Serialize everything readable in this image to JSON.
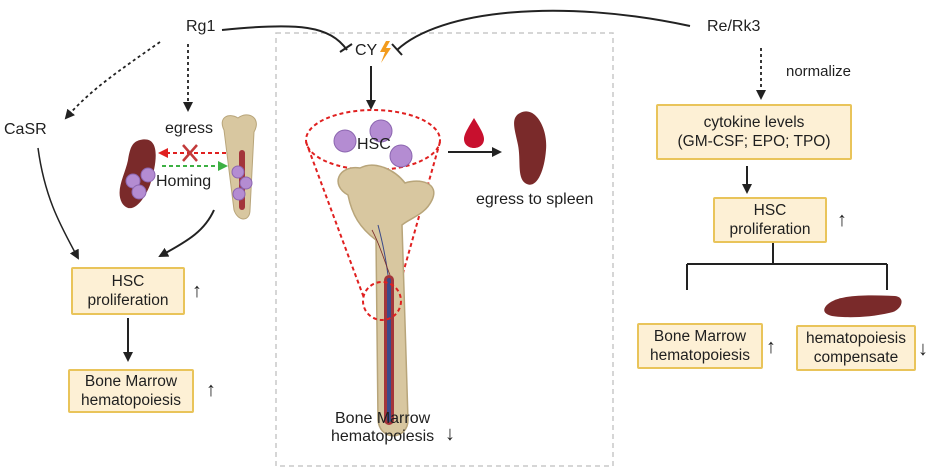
{
  "labels": {
    "rg1": "Rg1",
    "re_rk3": "Re/Rk3",
    "cy": "CY",
    "casr": "CaSR",
    "egress": "egress",
    "homing": "Homing",
    "hsc_bubble": "HSC",
    "egress_spleen": "egress to spleen",
    "normalize": "normalize",
    "center_bm_line1": "Bone Marrow",
    "center_bm_line2": "hematopoiesis"
  },
  "left_boxes": {
    "hsc_line1": "HSC",
    "hsc_line2": "proliferation",
    "bm_line1": "Bone Marrow",
    "bm_line2": "hematopoiesis"
  },
  "right_boxes": {
    "cytokine_line1": "cytokine levels",
    "cytokine_line2": "(GM-CSF; EPO; TPO)",
    "hsc_line1": "HSC",
    "hsc_line2": "proliferation",
    "bm_line1": "Bone Marrow",
    "bm_line2": "hematopoiesis",
    "comp_line1": "hematopoiesis",
    "comp_line2": "compensate"
  },
  "indicators": {
    "up": "↑",
    "down": "↓"
  },
  "colors": {
    "box_fill": "#fdf0d5",
    "box_border": "#e9c45a",
    "spleen": "#7a2a2a",
    "bone": "#d8c7a0",
    "cell": "#b48cd2",
    "red_dashed": "#e02020",
    "green_dashed": "#3cb043",
    "lightning": "#f29b1d",
    "blood_drop": "#c8102e"
  },
  "icons": [
    "lightning-icon",
    "blood-drop-icon",
    "spleen-icon",
    "bone-icon",
    "cell-icon",
    "cross-icon"
  ]
}
